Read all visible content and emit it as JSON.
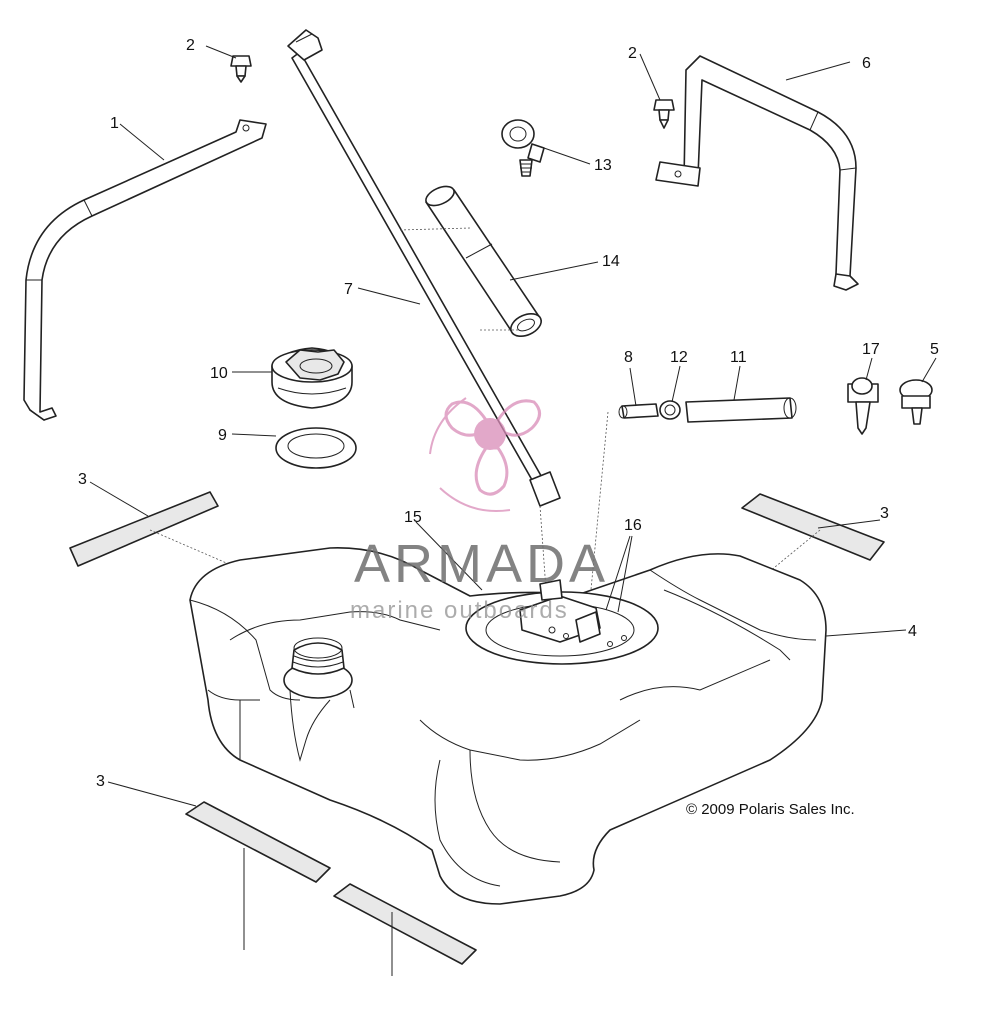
{
  "callouts": {
    "c1": "1",
    "c2a": "2",
    "c2b": "2",
    "c3a": "3",
    "c3b": "3",
    "c3c": "3",
    "c4": "4",
    "c5": "5",
    "c6": "6",
    "c7": "7",
    "c8": "8",
    "c9": "9",
    "c10": "10",
    "c11": "11",
    "c12": "12",
    "c13": "13",
    "c14": "14",
    "c15": "15",
    "c16": "16",
    "c17": "17"
  },
  "copyright": "© 2009 Polaris Sales Inc.",
  "watermark": {
    "title": "ARMADA",
    "subtitle": "marine outboards"
  },
  "colors": {
    "line": "#222222",
    "watermark_pink": "#d98cb8",
    "watermark_text": "#6e6e6e"
  }
}
